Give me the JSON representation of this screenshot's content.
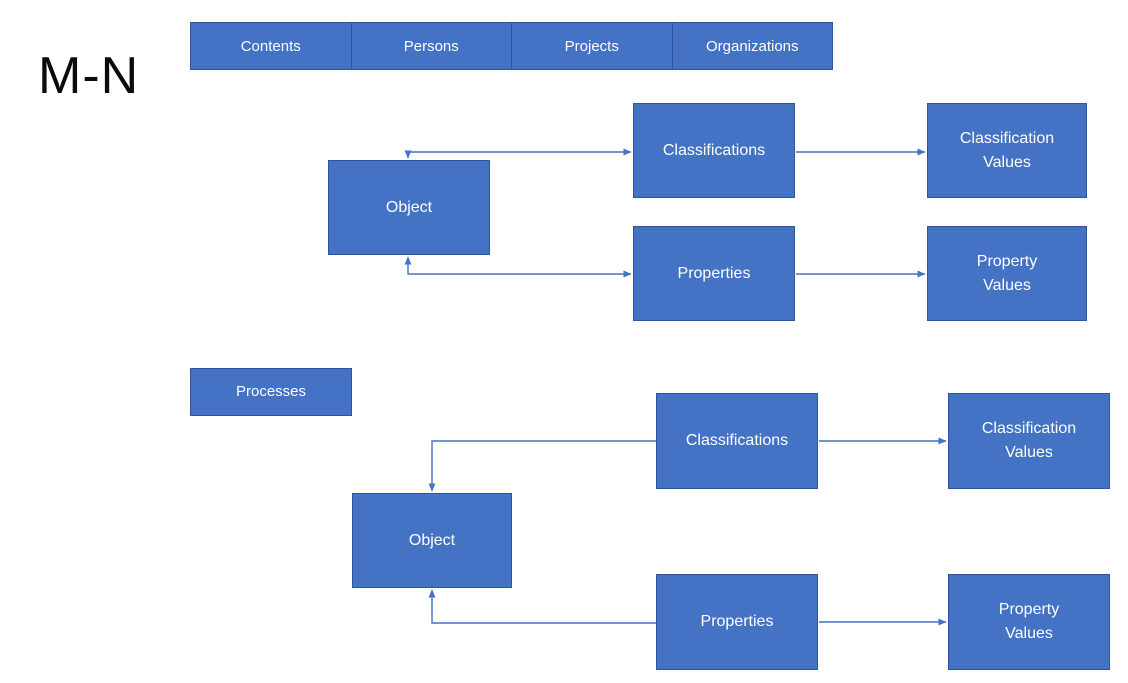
{
  "title": "M-N",
  "colors": {
    "box_fill": "#4472C4",
    "box_border": "#2F5597",
    "connector": "#4472C4",
    "box_text": "#FFFFFF",
    "title_text": "#0B0B0B",
    "page_bg": "#FFFFFF"
  },
  "header_tabs": [
    {
      "label": "Contents"
    },
    {
      "label": "Persons"
    },
    {
      "label": "Projects"
    },
    {
      "label": "Organizations"
    }
  ],
  "diagram_top": {
    "object": "Object",
    "classifications": "Classifications",
    "classification_values": "Classification Values",
    "properties": "Properties",
    "property_values": "Property Values"
  },
  "processes_tab": {
    "label": "Processes"
  },
  "diagram_bottom": {
    "object": "Object",
    "classifications": "Classifications",
    "classification_values": "Classification Values",
    "properties": "Properties",
    "property_values": "Property Values"
  }
}
